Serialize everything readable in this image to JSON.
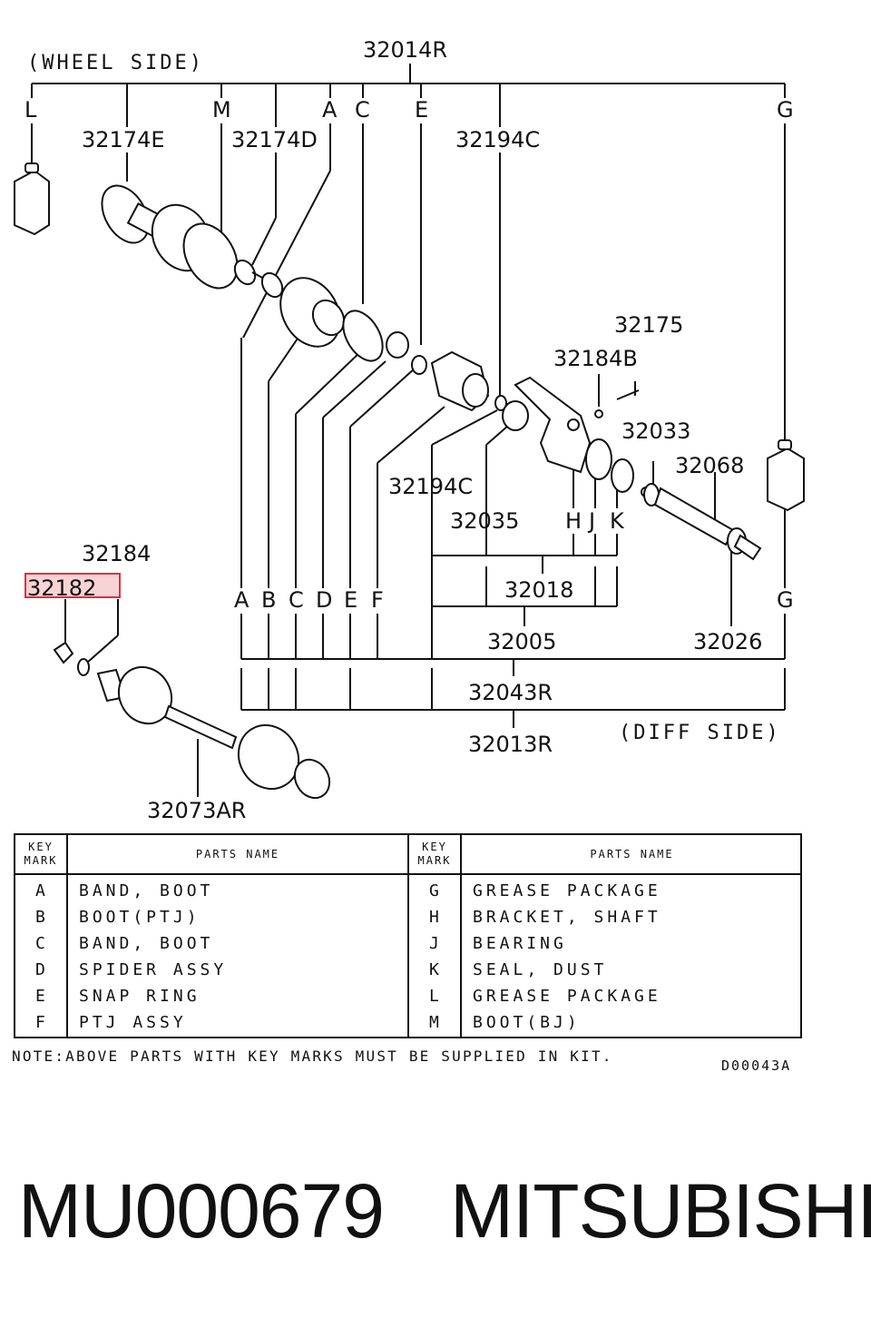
{
  "diagram": {
    "top_part": "32014R",
    "wheel_side": "(WHEEL SIDE)",
    "diff_side": "(DIFF SIDE)",
    "key_letters_top": [
      "L",
      "M",
      "A",
      "C",
      "E",
      "G"
    ],
    "key_letters_bottom": [
      "A",
      "B",
      "C",
      "D",
      "E",
      "F",
      "G"
    ],
    "key_letters_mid": [
      "H",
      "J",
      "K"
    ],
    "part_numbers": {
      "p32174E": "32174E",
      "p32174D": "32174D",
      "p32194C_top": "32194C",
      "p32175": "32175",
      "p32184B": "32184B",
      "p32033": "32033",
      "p32068": "32068",
      "p32194C_mid": "32194C",
      "p32035": "32035",
      "p32184": "32184",
      "p32182": "32182",
      "p32018": "32018",
      "p32005": "32005",
      "p32026": "32026",
      "p32043R": "32043R",
      "p32013R": "32013R",
      "p32073AR": "32073AR"
    },
    "highlight_color": "#e0303a"
  },
  "table": {
    "header": {
      "key_mark": "KEY MARK",
      "parts_name": "PARTS NAME"
    },
    "left": [
      {
        "key": "A",
        "name": "BAND, BOOT"
      },
      {
        "key": "B",
        "name": "BOOT(PTJ)"
      },
      {
        "key": "C",
        "name": "BAND, BOOT"
      },
      {
        "key": "D",
        "name": "SPIDER ASSY"
      },
      {
        "key": "E",
        "name": "SNAP RING"
      },
      {
        "key": "F",
        "name": "PTJ ASSY"
      }
    ],
    "right": [
      {
        "key": "G",
        "name": "GREASE PACKAGE"
      },
      {
        "key": "H",
        "name": "BRACKET, SHAFT"
      },
      {
        "key": "J",
        "name": "BEARING"
      },
      {
        "key": "K",
        "name": "SEAL, DUST"
      },
      {
        "key": "L",
        "name": "GREASE PACKAGE"
      },
      {
        "key": "M",
        "name": "BOOT(BJ)"
      }
    ]
  },
  "note": "NOTE:ABOVE PARTS WITH KEY MARKS MUST BE SUPPLIED IN KIT.",
  "diagram_code": "D00043A",
  "footer": {
    "part_number": "MU000679",
    "brand": "MITSUBISHI"
  }
}
